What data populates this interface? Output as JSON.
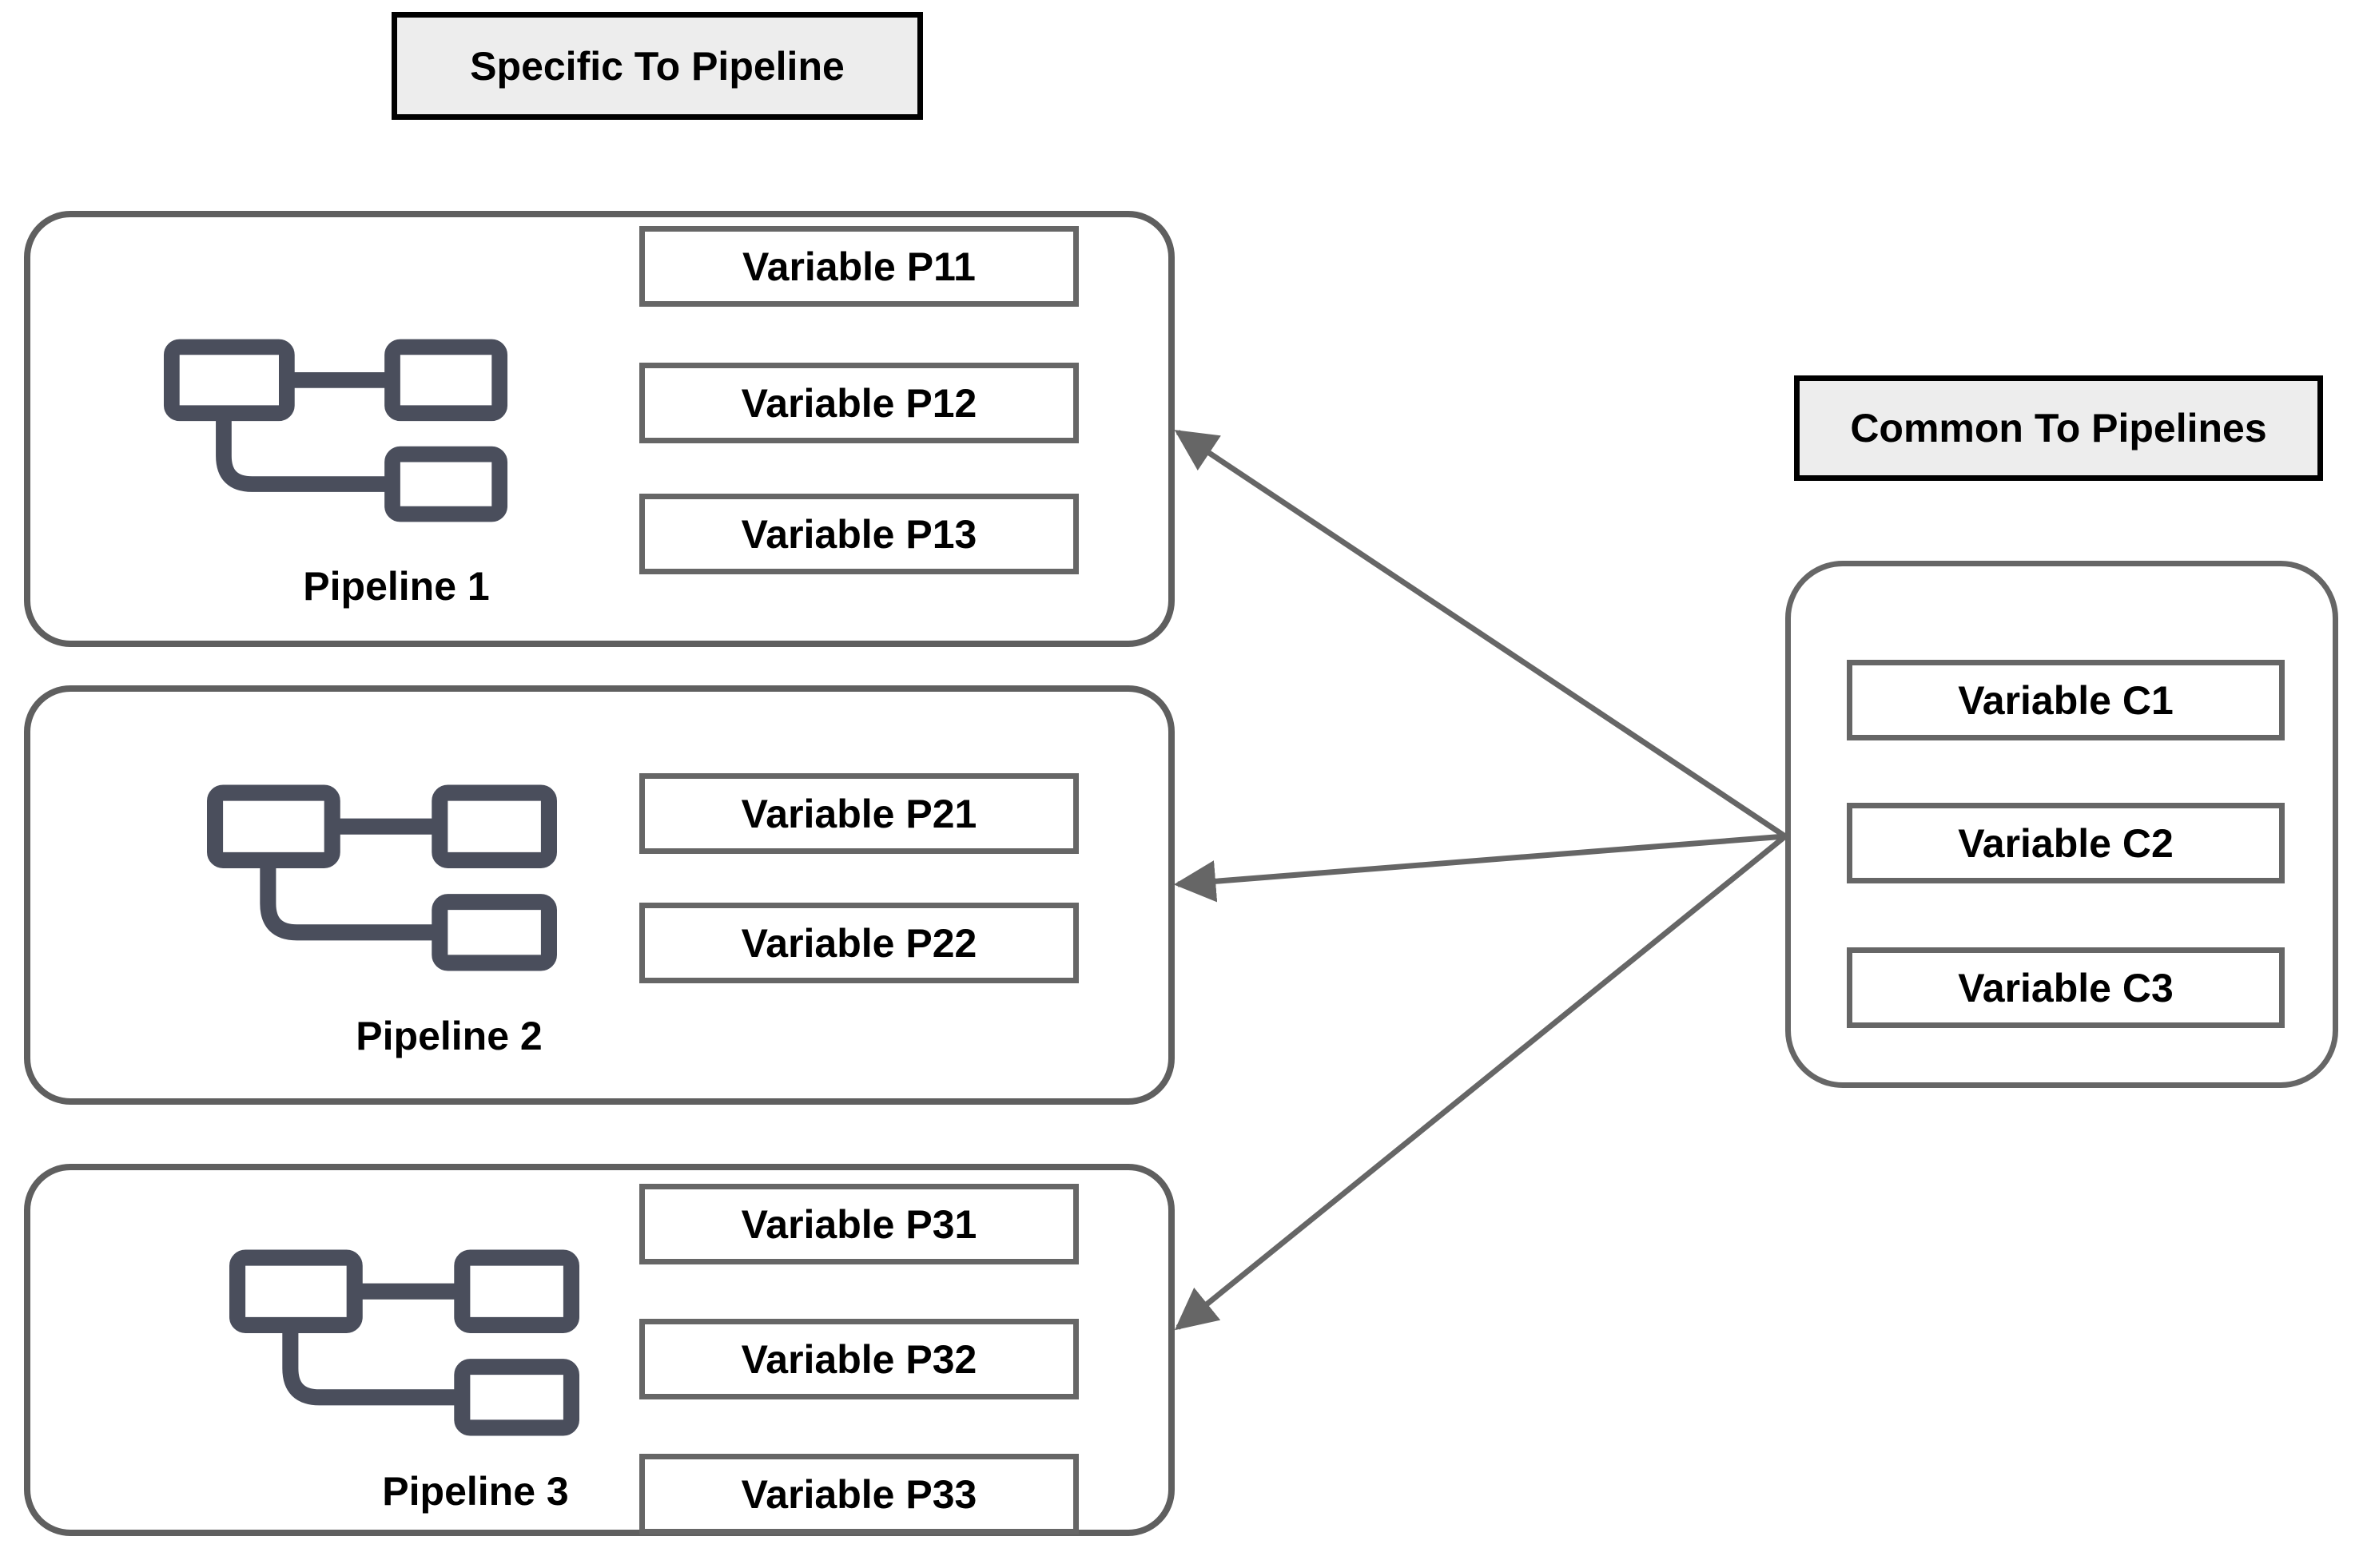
{
  "titles": {
    "specific": "Specific To Pipeline",
    "common": "Common To Pipelines"
  },
  "pipelines": [
    {
      "label": "Pipeline 1",
      "variables": [
        "Variable P11",
        "Variable P12",
        "Variable P13"
      ]
    },
    {
      "label": "Pipeline 2",
      "variables": [
        "Variable P21",
        "Variable P22"
      ]
    },
    {
      "label": "Pipeline 3",
      "variables": [
        "Variable P31",
        "Variable P32",
        "Variable P33"
      ]
    }
  ],
  "common": {
    "variables": [
      "Variable C1",
      "Variable C2",
      "Variable C3"
    ]
  },
  "icons": {
    "pipeline_icon": "flow-diagram-icon"
  },
  "colors": {
    "background": "#ffffff",
    "box_border": "#666666",
    "pipeline_border": "#5f5f5f",
    "icon": "#4a4e5c",
    "arrow": "#666666",
    "title_fill": "#ededed",
    "title_border": "#000000",
    "text": "#000000"
  }
}
